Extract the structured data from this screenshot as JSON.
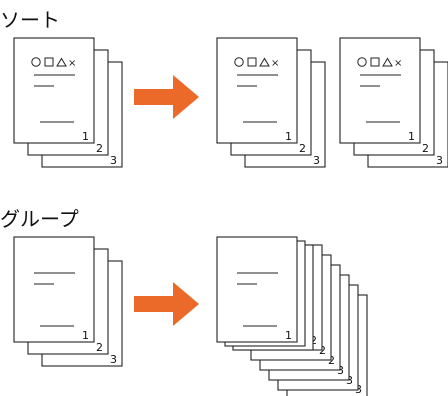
{
  "sections": {
    "sort": {
      "heading": "ソート"
    },
    "group": {
      "heading": "グループ"
    }
  },
  "page_numbers": [
    "1",
    "2",
    "3"
  ],
  "symbols": {
    "cross": "×"
  },
  "colors": {
    "arrow": "#eb6a2a",
    "ink": "#222222"
  }
}
